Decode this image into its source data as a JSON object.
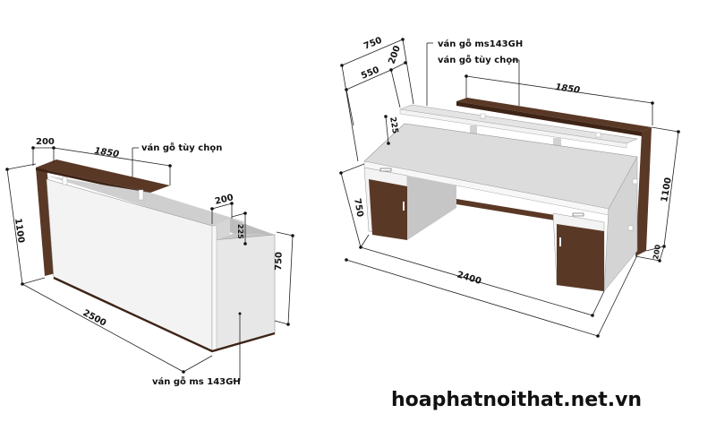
{
  "colors": {
    "wood": "#5a3826",
    "wood_dark": "#3e2416",
    "panel_white": "#f3f3f3",
    "panel_gray": "#d6d6d6",
    "panel_shadow": "#bdbdbd",
    "line": "#222222"
  },
  "left_desk": {
    "dims": {
      "top_depth": "200",
      "top_length": "1850",
      "height": "1100",
      "length": "2500",
      "side_depth": "200",
      "step": "225",
      "counter_height": "750"
    },
    "labels": {
      "top_material": "ván gỗ tùy chọn",
      "body_material": "ván gỗ ms 143GH"
    }
  },
  "right_desk": {
    "dims": {
      "depth_total": "750",
      "depth_desk": "550",
      "shelf_depth": "200",
      "shelf_height": "225",
      "top_length": "1850",
      "height_total": "1100",
      "panel_thickness": "200",
      "desk_height": "750",
      "length": "2400"
    },
    "labels": {
      "body_material": "ván gỗ ms143GH",
      "top_material": "ván gỗ tùy chọn"
    }
  },
  "watermark": "hoaphatnoithat.net.vn"
}
